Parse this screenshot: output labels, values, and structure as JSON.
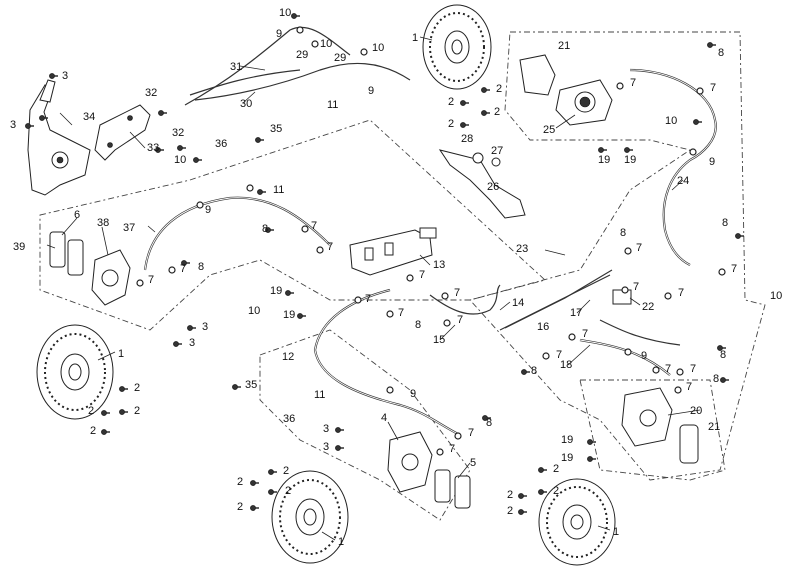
{
  "diagram": {
    "callouts": [
      "1",
      "2",
      "3",
      "4",
      "5",
      "6",
      "7",
      "8",
      "9",
      "10",
      "11",
      "12",
      "13",
      "14",
      "15",
      "16",
      "17",
      "18",
      "19",
      "20",
      "21",
      "22",
      "23",
      "24",
      "25",
      "26",
      "27",
      "28",
      "29",
      "30",
      "31",
      "32",
      "33",
      "34",
      "35",
      "36",
      "37",
      "38",
      "39"
    ]
  }
}
